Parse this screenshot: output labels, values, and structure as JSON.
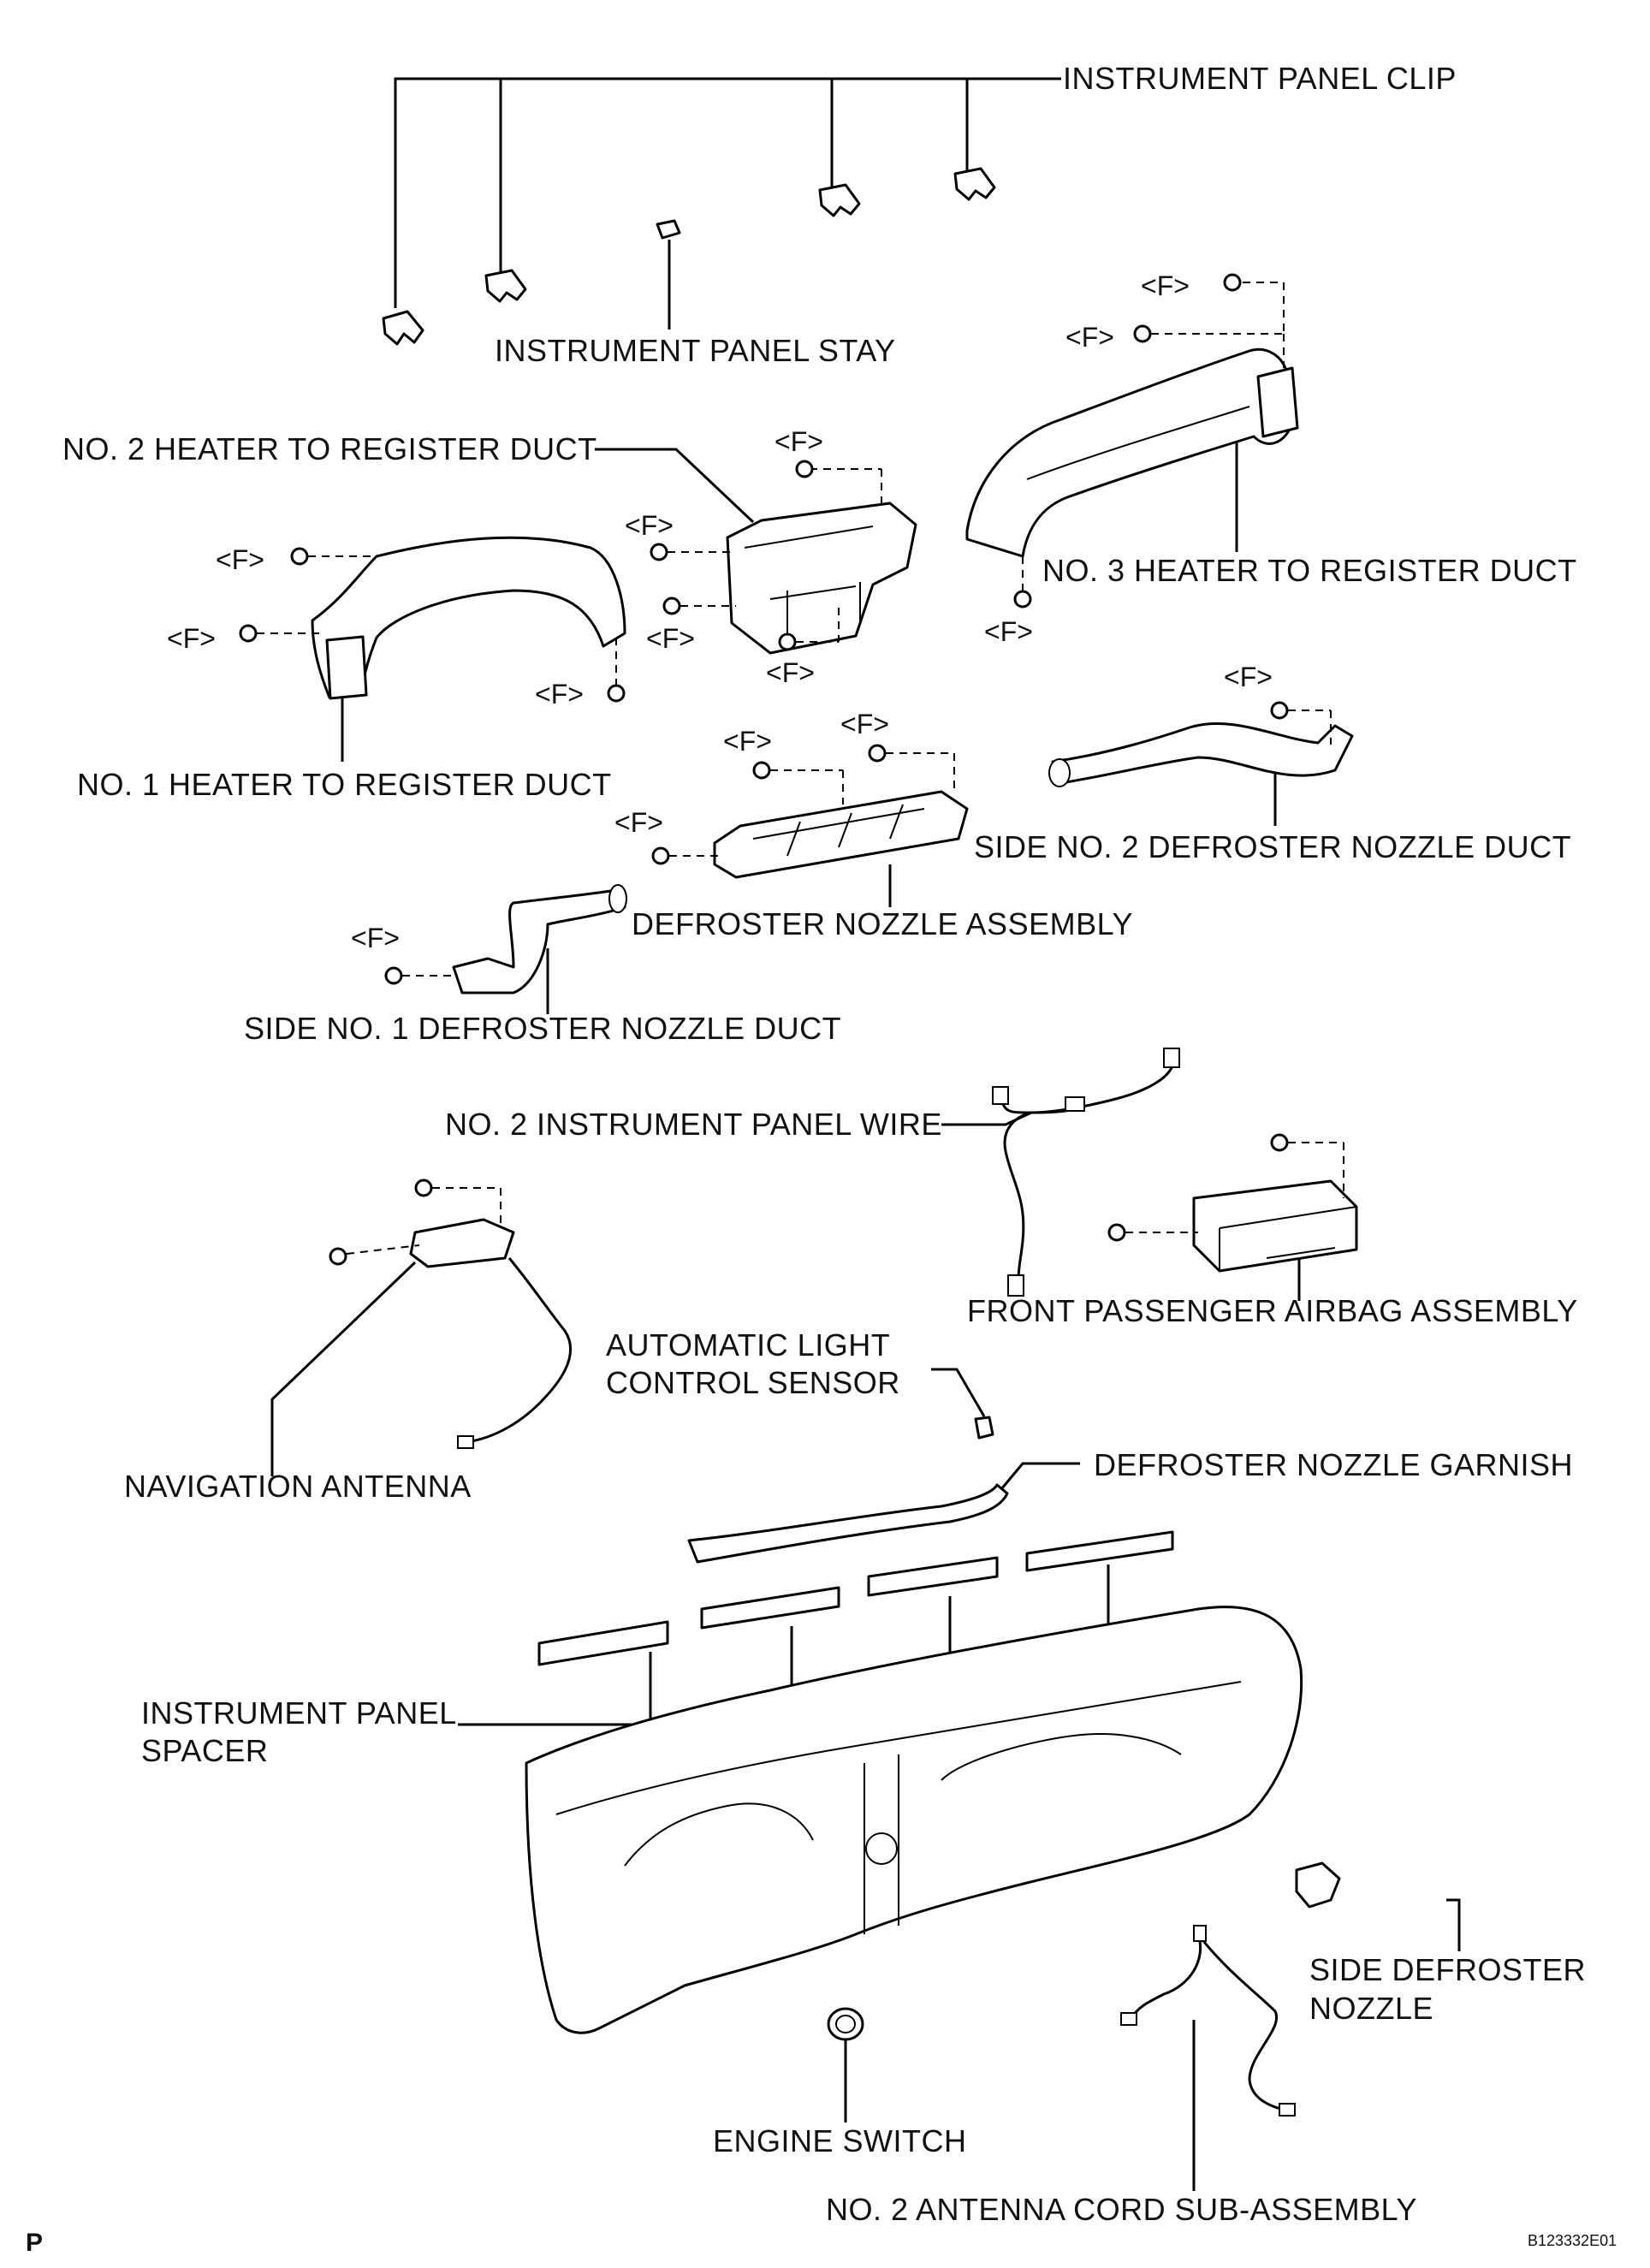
{
  "labels": {
    "instrument_panel_clip": "INSTRUMENT PANEL CLIP",
    "instrument_panel_stay": "INSTRUMENT PANEL STAY",
    "no2_heater_duct": "NO. 2 HEATER TO REGISTER DUCT",
    "no3_heater_duct": "NO. 3 HEATER TO REGISTER DUCT",
    "no1_heater_duct": "NO. 1 HEATER TO REGISTER DUCT",
    "side_no2_defroster_duct": "SIDE NO. 2 DEFROSTER NOZZLE DUCT",
    "defroster_nozzle_assembly": "DEFROSTER NOZZLE ASSEMBLY",
    "side_no1_defroster_duct": "SIDE NO. 1 DEFROSTER NOZZLE DUCT",
    "no2_instrument_panel_wire": "NO. 2 INSTRUMENT PANEL WIRE",
    "front_passenger_airbag": "FRONT PASSENGER AIRBAG ASSEMBLY",
    "automatic_light_sensor_line1": "AUTOMATIC LIGHT",
    "automatic_light_sensor_line2": "CONTROL SENSOR",
    "defroster_nozzle_garnish": "DEFROSTER NOZZLE GARNISH",
    "navigation_antenna": "NAVIGATION ANTENNA",
    "instrument_panel_spacer_line1": "INSTRUMENT PANEL",
    "instrument_panel_spacer_line2": "SPACER",
    "side_defroster_nozzle_line1": "SIDE DEFROSTER",
    "side_defroster_nozzle_line2": "NOZZLE",
    "engine_switch": "ENGINE SWITCH",
    "no2_antenna_cord": "NO. 2 ANTENNA CORD SUB-ASSEMBLY"
  },
  "fastener_mark": "<F>",
  "footer": {
    "page_marker": "P",
    "figure_code": "B123332E01"
  }
}
